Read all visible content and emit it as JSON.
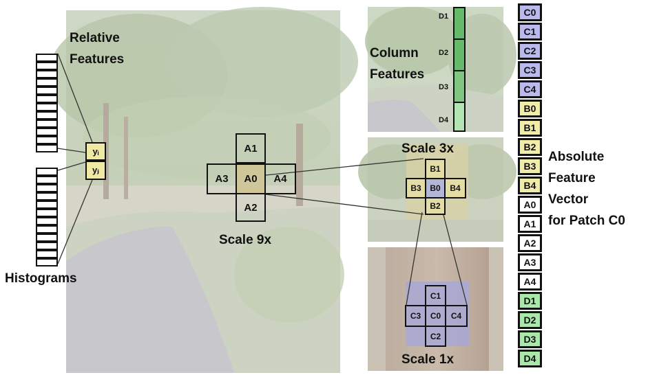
{
  "labels": {
    "relative_features": [
      "Relative",
      "Features"
    ],
    "histograms": "Histograms",
    "column_features": [
      "Column",
      "Features"
    ],
    "scale_9x": "Scale 9x",
    "scale_3x": "Scale 3x",
    "scale_1x": "Scale 1x",
    "absolute_vector": [
      "Absolute",
      "Feature",
      "Vector",
      "for Patch C0"
    ]
  },
  "relative_cells": [
    "yᵢ",
    "yⱼ"
  ],
  "patches_9x": {
    "top": "A1",
    "left": "A3",
    "center": "A0",
    "right": "A4",
    "bottom": "A2"
  },
  "patches_3x": {
    "top": "B1",
    "left": "B3",
    "center": "B0",
    "right": "B4",
    "bottom": "B2"
  },
  "patches_1x": {
    "top": "C1",
    "left": "C3",
    "center": "C0",
    "right": "C4",
    "bottom": "C2"
  },
  "column_cells": [
    "D1",
    "D2",
    "D3",
    "D4"
  ],
  "feature_vector": [
    "C0",
    "C1",
    "C2",
    "C3",
    "C4",
    "B0",
    "B1",
    "B2",
    "B3",
    "B4",
    "A0",
    "A1",
    "A2",
    "A3",
    "A4",
    "D1",
    "D2",
    "D3",
    "D4"
  ],
  "colors": {
    "c_group": "#b9b9ee",
    "b_group": "#f1eda9",
    "a_group": "#ffffff",
    "d_group": "#a8e8a8",
    "column_green": "#66bb6a"
  }
}
